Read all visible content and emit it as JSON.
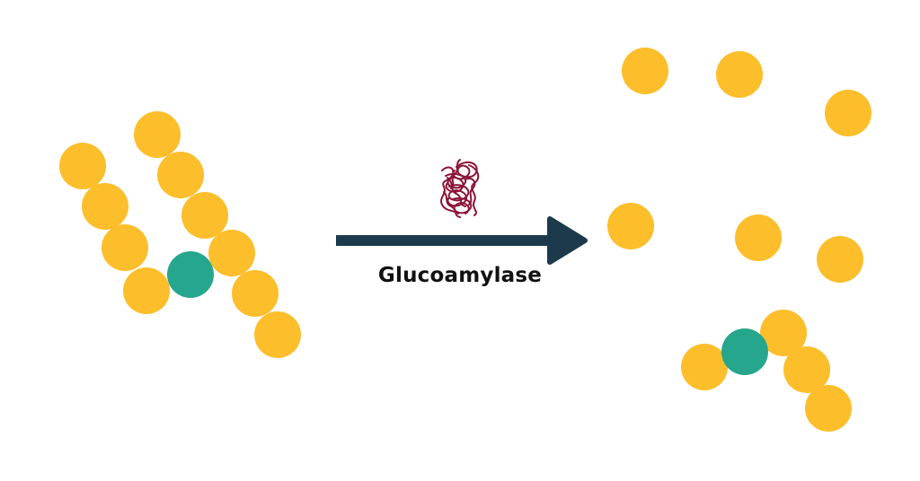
{
  "diagram": {
    "enzyme_label": "Glucoamylase",
    "colors": {
      "glucose": "#FDBE2B",
      "branch_point": "#26A68C",
      "arrow": "#1C3A4B",
      "enzyme": "#8B1538",
      "background": "#FFFFFF"
    },
    "icons": {
      "glucose": "circle",
      "branch_point": "circle",
      "enzyme": "scribble-protein"
    }
  }
}
